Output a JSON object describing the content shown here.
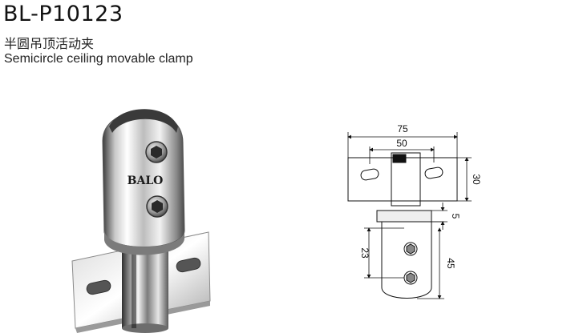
{
  "product": {
    "model": "BL-P10123",
    "name_cn": "半圆吊顶活动夹",
    "name_en": "Semicircle ceiling movable clamp",
    "brand_mark": "BALO"
  },
  "drawing": {
    "dim_75": "75",
    "dim_50": "50",
    "dim_30": "30",
    "dim_5": "5",
    "dim_23": "23",
    "dim_45": "45"
  }
}
